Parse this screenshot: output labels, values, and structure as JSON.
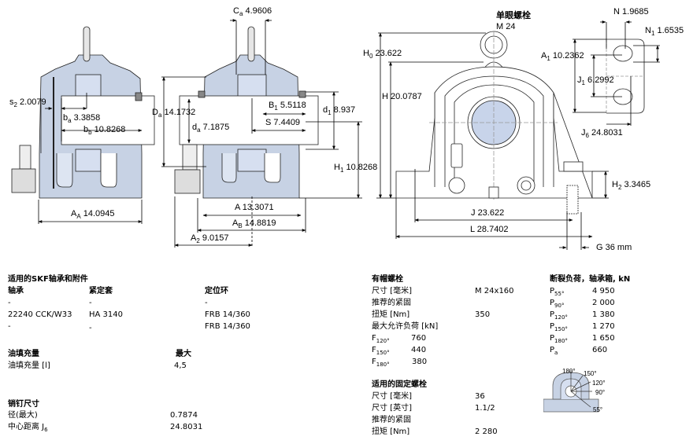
{
  "drawing": {
    "colors": {
      "housing_fill": "#c7d2e4",
      "bore_fill": "#d6dff0",
      "line": "#222222"
    },
    "view1": {
      "s2": {
        "sym": "s",
        "sub": "2",
        "val": "2.0079"
      },
      "ba": {
        "sym": "b",
        "sub": "a",
        "val": "3.3858"
      },
      "bb": {
        "sym": "b",
        "sub": "b",
        "val": "10.8268"
      },
      "AA": {
        "sym": "A",
        "sub": "A",
        "val": "14.0945"
      }
    },
    "view2": {
      "Ca": {
        "sym": "C",
        "sub": "a",
        "val": "4.9606"
      },
      "Da": {
        "sym": "D",
        "sub": "a",
        "val": "14.1732"
      },
      "da": {
        "sym": "d",
        "sub": "a",
        "val": "7.1875"
      },
      "B1": {
        "sym": "B",
        "sub": "1",
        "val": "5.5118"
      },
      "S": {
        "sym": "S",
        "sub": "",
        "val": "7.4409"
      },
      "d1": {
        "sym": "d",
        "sub": "1",
        "val": "8.937"
      },
      "H1": {
        "sym": "H",
        "sub": "1",
        "val": "10.8268"
      },
      "A": {
        "sym": "A",
        "sub": "",
        "val": "13.3071"
      },
      "AB": {
        "sym": "A",
        "sub": "B",
        "val": "14.8819"
      },
      "A2": {
        "sym": "A",
        "sub": "2",
        "val": "9.0157"
      }
    },
    "view3": {
      "eyebolt_title": "单眼螺栓",
      "eyebolt_size": "M 24",
      "H0": {
        "sym": "H",
        "sub": "0",
        "val": "23.622"
      },
      "H": {
        "sym": "H",
        "sub": "",
        "val": "20.0787"
      },
      "J": {
        "sym": "J",
        "sub": "",
        "val": "23.622"
      },
      "L": {
        "sym": "L",
        "sub": "",
        "val": "28.7402"
      },
      "H2": {
        "sym": "H",
        "sub": "2",
        "val": "3.3465"
      },
      "G": {
        "sym": "G",
        "sub": "",
        "val": "36 mm"
      }
    },
    "view4": {
      "N": {
        "sym": "N",
        "sub": "",
        "val": "1.9685"
      },
      "N1": {
        "sym": "N",
        "sub": "1",
        "val": "1.6535"
      },
      "A1": {
        "sym": "A",
        "sub": "1",
        "val": "10.2362"
      },
      "J1": {
        "sym": "J",
        "sub": "1",
        "val": "6.2992"
      },
      "J6": {
        "sym": "J",
        "sub": "6",
        "val": "24.8031"
      }
    }
  },
  "accessories": {
    "title": "适用的SKF轴承和附件",
    "headers": [
      "轴承",
      "紧定套",
      "定位环"
    ],
    "rows": [
      [
        "-",
        "-",
        "-"
      ],
      [
        "22240 CCK/W33",
        "HA 3140",
        "FRB 14/360"
      ],
      [
        "-",
        "-",
        "FRB 14/360"
      ]
    ]
  },
  "oil": {
    "title": "油填充量",
    "col_header": "最大",
    "rows": [
      {
        "label": "油填充量 [l]",
        "value": "4,5"
      }
    ]
  },
  "pin": {
    "title": "销钉尺寸",
    "rows": [
      {
        "label": "径(最大)",
        "value": "0.7874"
      },
      {
        "label": "中心距离 J",
        "sub": "6",
        "value": "24.8031"
      }
    ]
  },
  "cap_bolts": {
    "title": "有帽螺栓",
    "size_label": "尺寸 [毫米]",
    "size_value": "M 24x160",
    "tight_label": "推荐的紧固",
    "torque_label": "扭矩 [Nm]",
    "torque_value": "350",
    "load_label": "最大允许负荷 [kN]",
    "loads": [
      {
        "sym": "F",
        "sub": "120°",
        "value": "760"
      },
      {
        "sym": "F",
        "sub": "150°",
        "value": "440"
      },
      {
        "sym": "F",
        "sub": "180°",
        "value": "380"
      }
    ]
  },
  "fixing_bolts": {
    "title": "适用的固定螺栓",
    "rows": [
      {
        "label": "尺寸 [毫米]",
        "value": "36"
      },
      {
        "label": "尺寸 [英寸]",
        "value": "1.1/2"
      },
      {
        "label": "推荐的紧固",
        "value": ""
      },
      {
        "label": "扭矩 [Nm]",
        "value": "2 280"
      }
    ]
  },
  "breaking": {
    "title": "断裂负荷，轴承箱, kN",
    "rows": [
      {
        "sym": "P",
        "sub": "55°",
        "value": "4 950"
      },
      {
        "sym": "P",
        "sub": "90°",
        "value": "2 000"
      },
      {
        "sym": "P",
        "sub": "120°",
        "value": "1 380"
      },
      {
        "sym": "P",
        "sub": "150°",
        "value": "1 270"
      },
      {
        "sym": "P",
        "sub": "180°",
        "value": "1 650"
      },
      {
        "sym": "P",
        "sub": "a",
        "value": "660"
      }
    ],
    "diagram_angles": [
      "180°",
      "150°",
      "120°",
      "90°",
      "55°"
    ]
  }
}
